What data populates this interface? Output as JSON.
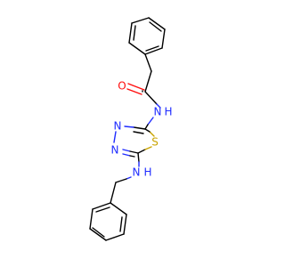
{
  "molecule": {
    "atoms": {
      "O": "O",
      "N_amide": "N",
      "H_amide": "H",
      "N3": "N",
      "N4": "N",
      "S": "S",
      "N_amine": "N",
      "H_amine": "H"
    },
    "colors": {
      "carbon": "#000000",
      "nitrogen": "#1f2cff",
      "oxygen": "#ff0d0d",
      "sulfur": "#c9a400"
    }
  }
}
